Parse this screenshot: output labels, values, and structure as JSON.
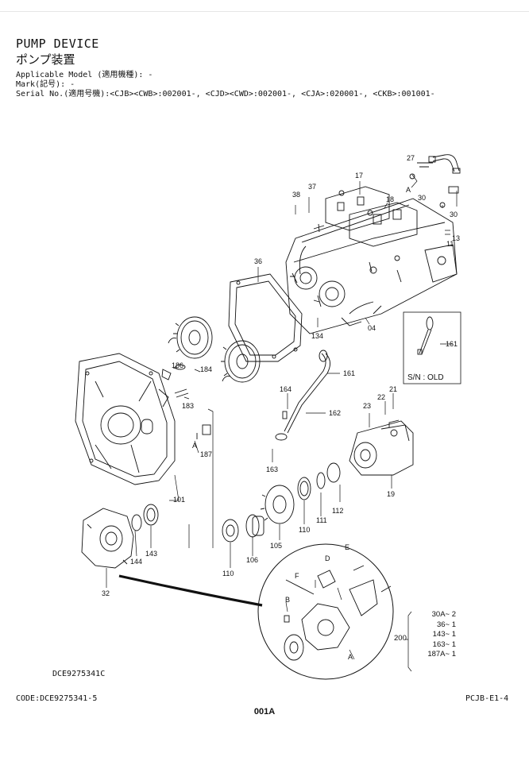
{
  "header": {
    "title_en": "PUMP DEVICE",
    "title_jp": "ポンプ装置",
    "applicable_model": "Applicable Model (適用機種): -",
    "mark": "Mark(記号): -",
    "serial_no": "Serial No.(適用号機):<CJB><CWB>:002001-, <CJD><CWD>:002001-, <CJA>:020001-, <CKB>:001001-"
  },
  "callouts": {
    "c27": "27",
    "c17": "17",
    "c37": "37",
    "c38": "38",
    "c18": "18",
    "c30a": "30",
    "c30b": "30",
    "cA_top": "A",
    "c11": "11",
    "c13": "13",
    "c36": "36",
    "c04": "04",
    "c134": "134",
    "c161a": "161",
    "c161b": "161",
    "c186": "186",
    "c184": "184",
    "c183": "183",
    "c164": "164",
    "c162": "162",
    "c23": "23",
    "c22": "22",
    "c21": "21",
    "cA_mid": "A",
    "c187": "187",
    "c163": "163",
    "c101": "101",
    "c19": "19",
    "c112": "112",
    "c111": "111",
    "c110a": "110",
    "c144": "144",
    "c143": "143",
    "c105": "105",
    "c106": "106",
    "c110b": "110",
    "c32": "32",
    "cD": "D",
    "cE": "E",
    "cF": "F",
    "cB": "B",
    "cA_bot": "A"
  },
  "sn_old": "S/N : OLD",
  "kit": {
    "number": "200",
    "items": [
      "30A~ 2",
      "36~ 1",
      "143~ 1",
      "163~ 1",
      "187A~ 1"
    ]
  },
  "drawing_code": "DCE9275341C",
  "footer": {
    "code": "CODE:DCE9275341-5",
    "page": "001A",
    "ref": "PCJB-E1-4"
  }
}
